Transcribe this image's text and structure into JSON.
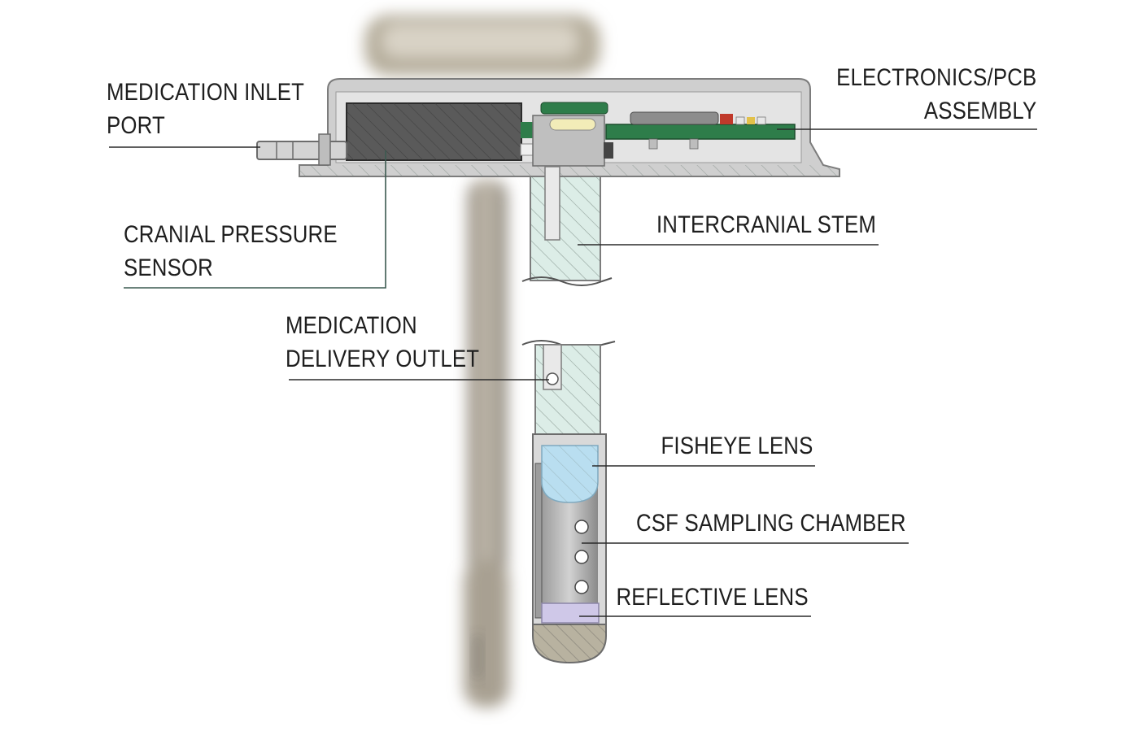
{
  "labels": {
    "medication_inlet_port": [
      "MEDICATION  INLET",
      "PORT"
    ],
    "electronics_pcb": [
      "ELECTRONICS/PCB",
      "ASSEMBLY"
    ],
    "cranial_pressure_sensor": [
      "CRANIAL PRESSURE",
      "SENSOR"
    ],
    "intercranial_stem": "INTERCRANIAL STEM",
    "medication_delivery_outlet": [
      "MEDICATION",
      "DELIVERY OUTLET"
    ],
    "fisheye_lens": "FISHEYE LENS",
    "csf_sampling_chamber": "CSF SAMPLING CHAMBER",
    "reflective_lens": "REFLECTIVE LENS"
  },
  "colors": {
    "leader_line": "#2a2a2a",
    "sensor_leader": "#3c5a50",
    "housing": "#c9c9c9",
    "housing_dark": "#8c8c8c",
    "stem_fill": "#d9ece6",
    "sensor_block": "#4a4a4a",
    "pcb_green": "#2e7d4a",
    "fisheye_blue": "#b9def0",
    "reflective_purple": "#cfc8e8",
    "tip_fill": "#b8b2a0"
  }
}
